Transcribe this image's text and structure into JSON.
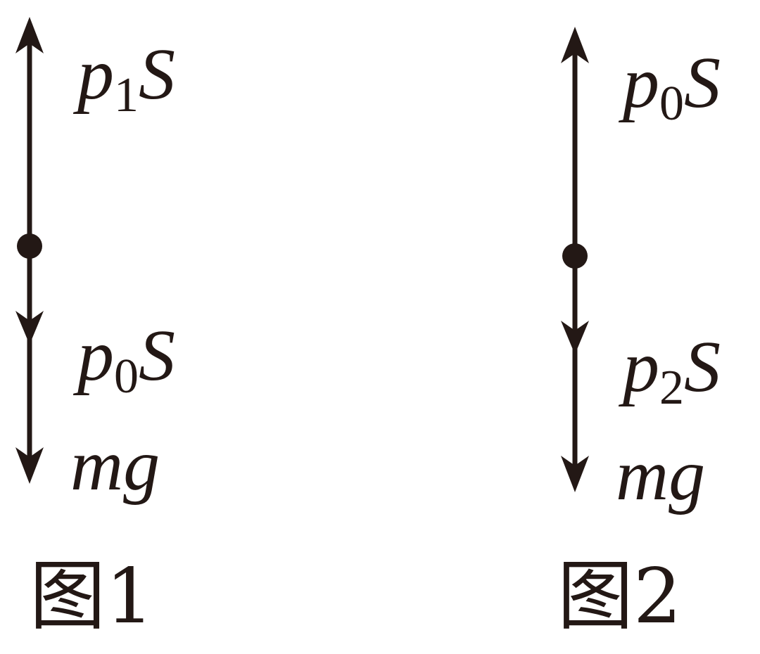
{
  "colors": {
    "ink": "#231815",
    "background": "#ffffff"
  },
  "figures": [
    {
      "caption": "图1",
      "forces": [
        {
          "symbol": "p",
          "subscript": "1",
          "unit": "S",
          "direction": "up"
        },
        {
          "symbol": "p",
          "subscript": "0",
          "unit": "S",
          "direction": "down"
        },
        {
          "symbol": "mg",
          "subscript": "",
          "unit": "",
          "direction": "down"
        }
      ]
    },
    {
      "caption": "图2",
      "forces": [
        {
          "symbol": "p",
          "subscript": "0",
          "unit": "S",
          "direction": "up"
        },
        {
          "symbol": "p",
          "subscript": "2",
          "unit": "S",
          "direction": "down"
        },
        {
          "symbol": "mg",
          "subscript": "",
          "unit": "",
          "direction": "down"
        }
      ]
    }
  ]
}
